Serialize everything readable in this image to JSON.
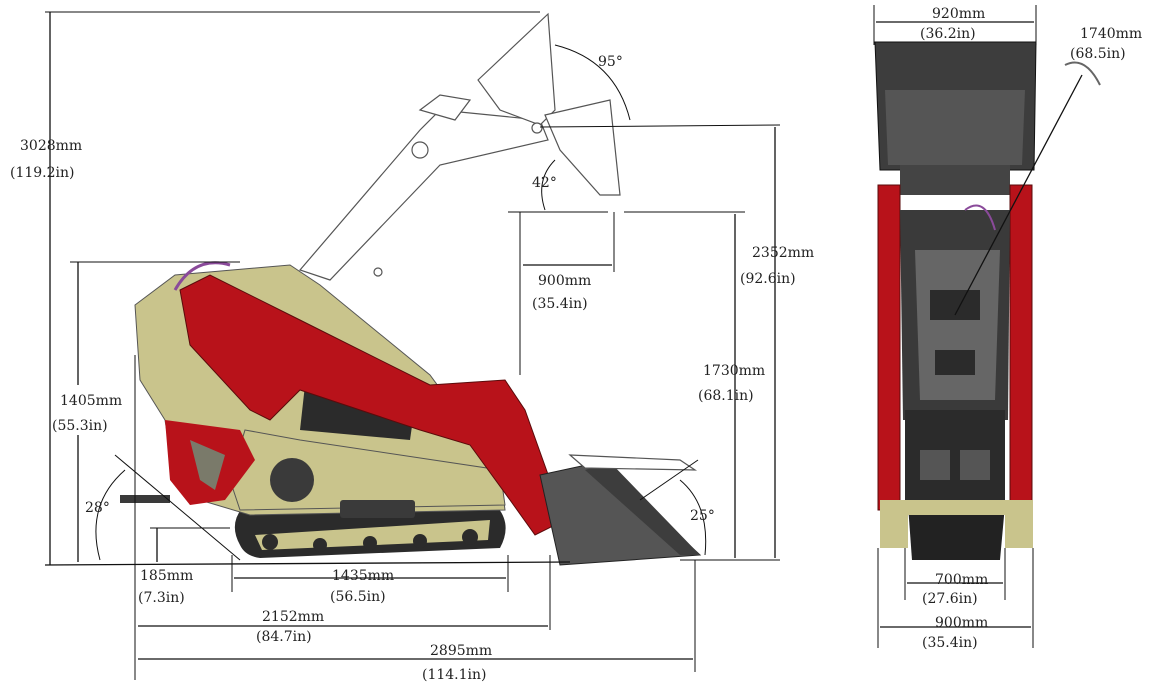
{
  "colors": {
    "body_red": "#b8121a",
    "body_khaki": "#c9c48c",
    "track_dark": "#2b2b2b",
    "bucket_gray": "#555555",
    "bucket_dark": "#3d3d3d"
  },
  "side_view": {
    "overall_height": {
      "mm": "3028mm",
      "in": "(119.2in)"
    },
    "dump_angle": "95°",
    "rollback_angle_top": "42°",
    "dump_height": {
      "mm": "2352mm",
      "in": "(92.6in)"
    },
    "dump_reach": {
      "mm": "900mm",
      "in": "(35.4in)"
    },
    "hinge_pin_height": {
      "mm": "1730mm",
      "in": "(68.1in)"
    },
    "machine_height": {
      "mm": "1405mm",
      "in": "(55.3in)"
    },
    "departure_angle": "28°",
    "bucket_angle": "25°",
    "ground_clearance": {
      "mm": "185mm",
      "in": "(7.3in)"
    },
    "track_length": {
      "mm": "1435mm",
      "in": "(56.5in)"
    },
    "length_no_bucket": {
      "mm": "2152mm",
      "in": "(84.7in)"
    },
    "overall_length": {
      "mm": "2895mm",
      "in": "(114.1in)"
    }
  },
  "front_view": {
    "bucket_width": {
      "mm": "920mm",
      "in": "(36.2in)"
    },
    "turning_radius": {
      "mm": "1740mm",
      "in": "(68.5in)"
    },
    "track_gauge": {
      "mm": "700mm",
      "in": "(27.6in)"
    },
    "overall_width": {
      "mm": "900mm",
      "in": "(35.4in)"
    }
  }
}
